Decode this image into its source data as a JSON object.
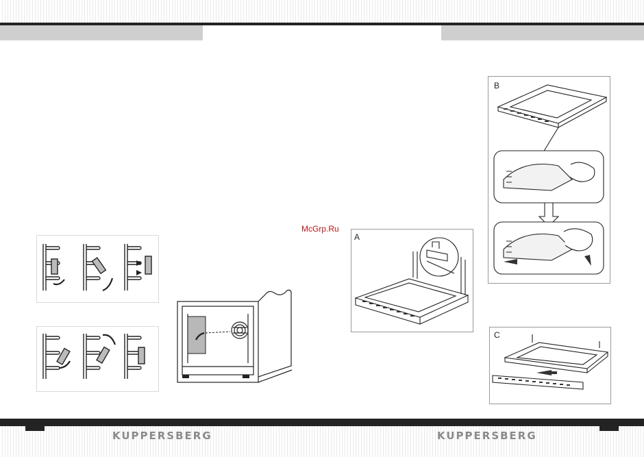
{
  "header": {
    "accent": "#cfcfcf",
    "rule_color": "#232323"
  },
  "watermark": {
    "text": "McGrp.Ru",
    "color": "#b01818"
  },
  "figures": {
    "a": {
      "label": "A"
    },
    "b": {
      "label": "B"
    },
    "c": {
      "label": "C"
    }
  },
  "footer": {
    "brand_left": "KUPPERSBERG",
    "brand_right": "KUPPERSBERG",
    "brand_color": "#8a8a8a"
  }
}
